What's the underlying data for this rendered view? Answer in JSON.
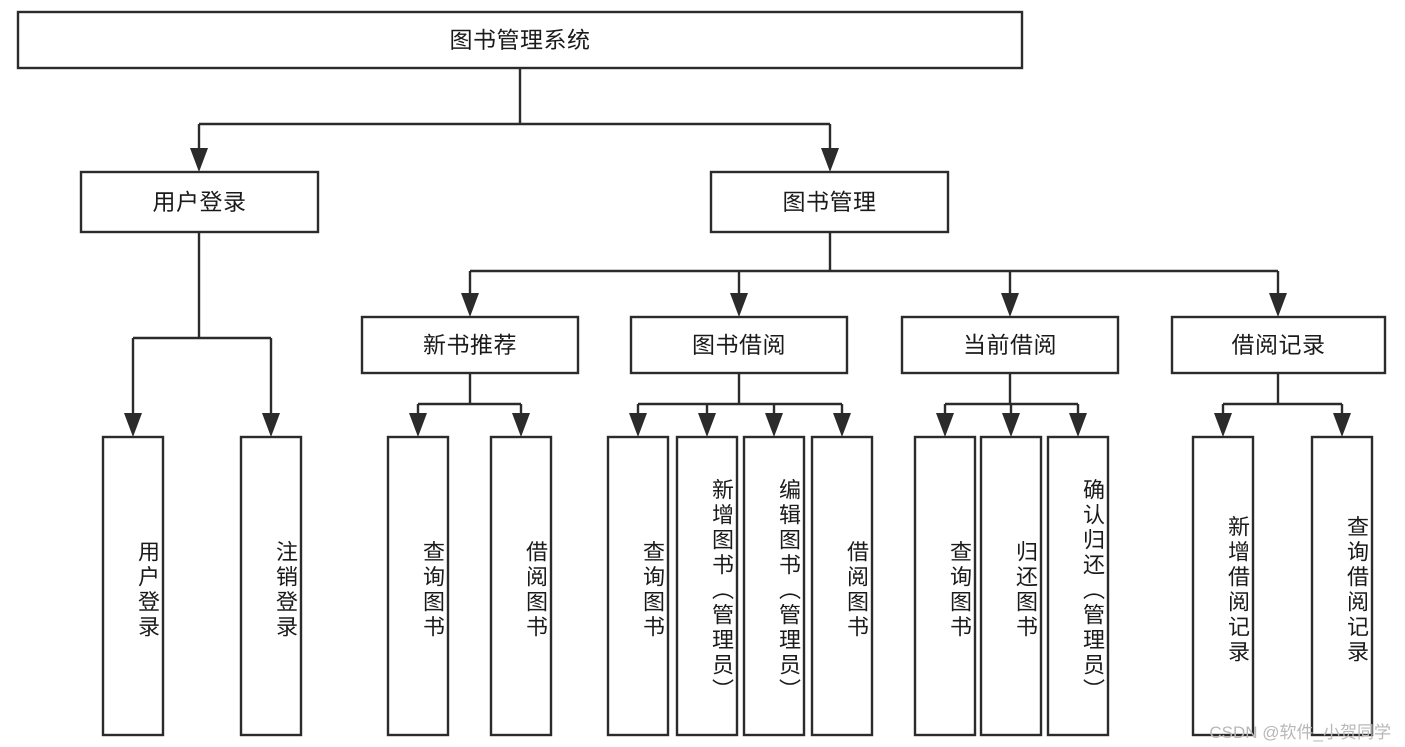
{
  "diagram": {
    "title": "图书管理系统",
    "type": "tree-hierarchy-chart",
    "background_color": "#ffffff",
    "line_color": "#2b2b2b",
    "text_color": "#1a1a1a",
    "levels": {
      "root": {
        "label": "图书管理系统",
        "orientation": "horizontal"
      },
      "level2": [
        {
          "label": "用户登录",
          "orientation": "horizontal"
        },
        {
          "label": "图书管理",
          "orientation": "horizontal"
        }
      ],
      "level3": [
        {
          "label": "新书推荐",
          "orientation": "horizontal"
        },
        {
          "label": "图书借阅",
          "orientation": "horizontal"
        },
        {
          "label": "当前借阅",
          "orientation": "horizontal"
        },
        {
          "label": "借阅记录",
          "orientation": "horizontal"
        }
      ],
      "leaves": [
        {
          "label": "用户登录",
          "parent": "用户登录",
          "orientation": "vertical"
        },
        {
          "label": "注销登录",
          "parent": "用户登录",
          "orientation": "vertical"
        },
        {
          "label": "查询图书",
          "parent": "新书推荐",
          "orientation": "vertical"
        },
        {
          "label": "借阅图书",
          "parent": "新书推荐",
          "orientation": "vertical"
        },
        {
          "label": "查询图书",
          "parent": "图书借阅",
          "orientation": "vertical"
        },
        {
          "label": "新增图书（管理员）",
          "parent": "图书借阅",
          "orientation": "vertical"
        },
        {
          "label": "编辑图书（管理员）",
          "parent": "图书借阅",
          "orientation": "vertical"
        },
        {
          "label": "借阅图书",
          "parent": "图书借阅",
          "orientation": "vertical"
        },
        {
          "label": "查询图书",
          "parent": "当前借阅",
          "orientation": "vertical"
        },
        {
          "label": "归还图书",
          "parent": "当前借阅",
          "orientation": "vertical"
        },
        {
          "label": "确认归还（管理员）",
          "parent": "当前借阅",
          "orientation": "vertical"
        },
        {
          "label": "新增借阅记录",
          "parent": "借阅记录",
          "orientation": "vertical"
        },
        {
          "label": "查询借阅记录",
          "parent": "借阅记录",
          "orientation": "vertical"
        }
      ]
    }
  },
  "watermark": {
    "text": "CSDN @软件_小贺同学"
  }
}
